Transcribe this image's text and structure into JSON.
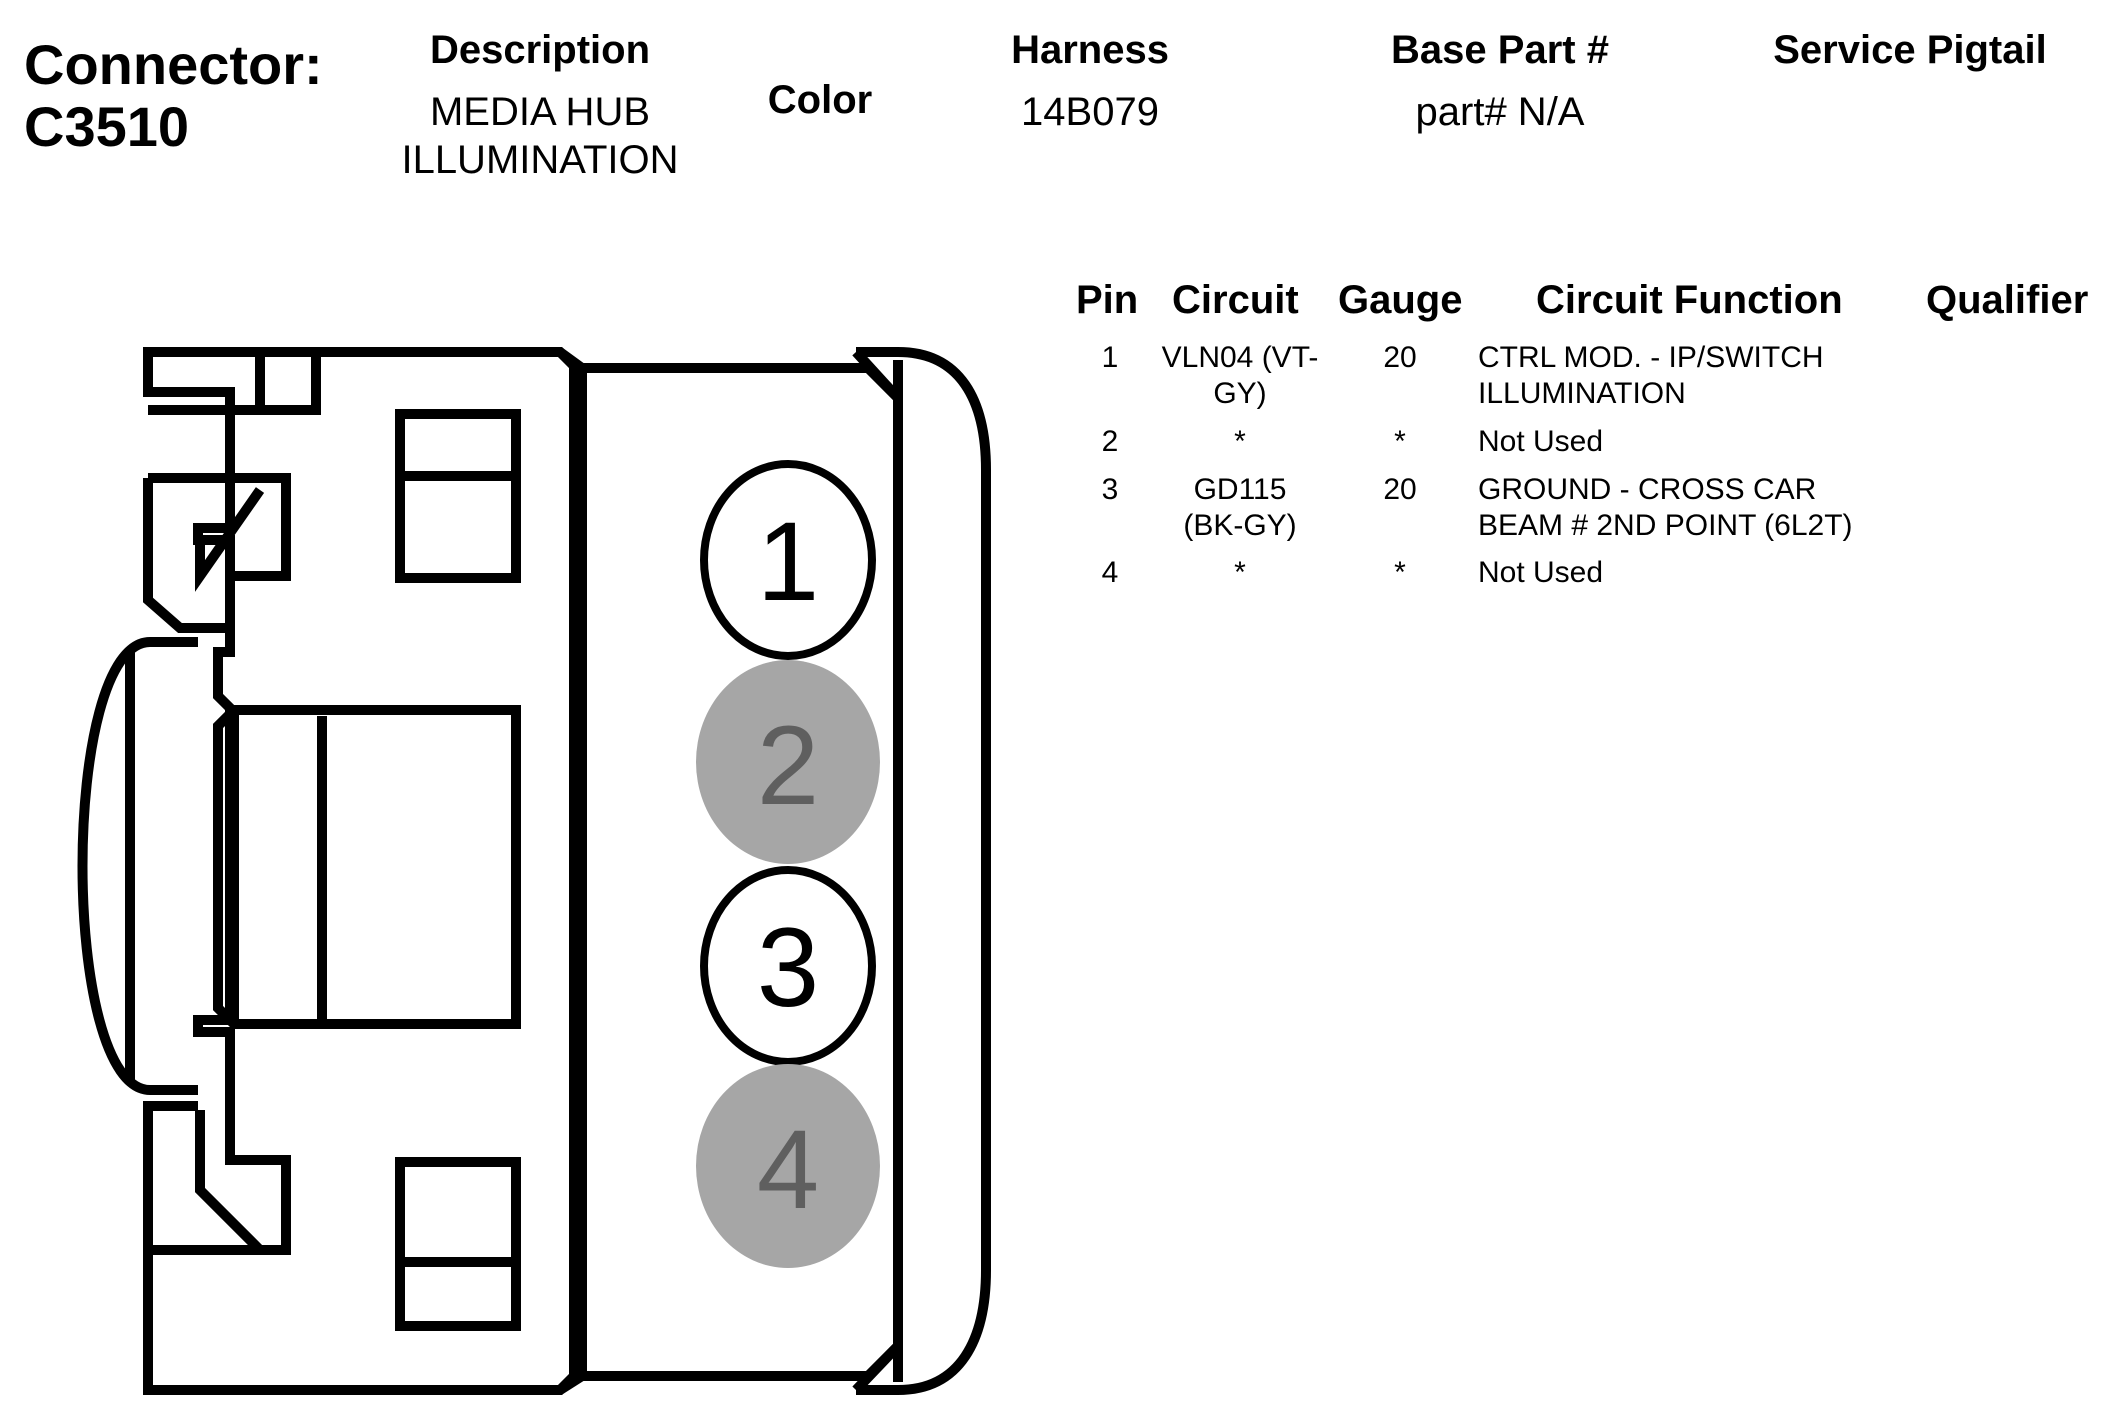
{
  "header": {
    "connector_label": "Connector:",
    "connector_id": "C3510",
    "description_label": "Description",
    "description_value_line1": "MEDIA HUB",
    "description_value_line2": "ILLUMINATION",
    "color_label": "Color",
    "harness_label": "Harness",
    "harness_value": "14B079",
    "base_part_label": "Base Part #",
    "base_part_value": "part# N/A",
    "service_pigtail_label": "Service Pigtail"
  },
  "table": {
    "columns": {
      "pin": "Pin",
      "circuit": "Circuit",
      "gauge": "Gauge",
      "circuit_function": "Circuit Function",
      "qualifier": "Qualifier"
    },
    "rows": [
      {
        "pin": "1",
        "circuit_l1": "VLN04 (VT-",
        "circuit_l2": "GY)",
        "gauge": "20",
        "function_l1": "CTRL MOD. - IP/SWITCH",
        "function_l2": "ILLUMINATION"
      },
      {
        "pin": "2",
        "circuit_l1": "*",
        "circuit_l2": "",
        "gauge": "*",
        "function_l1": "Not Used",
        "function_l2": ""
      },
      {
        "pin": "3",
        "circuit_l1": "GD115",
        "circuit_l2": "(BK-GY)",
        "gauge": "20",
        "function_l1": "GROUND - CROSS CAR",
        "function_l2": "BEAM # 2ND POINT (6L2T)"
      },
      {
        "pin": "4",
        "circuit_l1": "*",
        "circuit_l2": "",
        "gauge": "*",
        "function_l1": "Not Used",
        "function_l2": ""
      }
    ]
  },
  "connector_pins": [
    {
      "number": "1",
      "used": true
    },
    {
      "number": "2",
      "used": false
    },
    {
      "number": "3",
      "used": true
    },
    {
      "number": "4",
      "used": false
    }
  ],
  "colors": {
    "line": "#000000",
    "unused_pin_fill": "#a6a6a6",
    "unused_pin_text": "#5f5f5f",
    "used_pin_fill": "#ffffff"
  }
}
